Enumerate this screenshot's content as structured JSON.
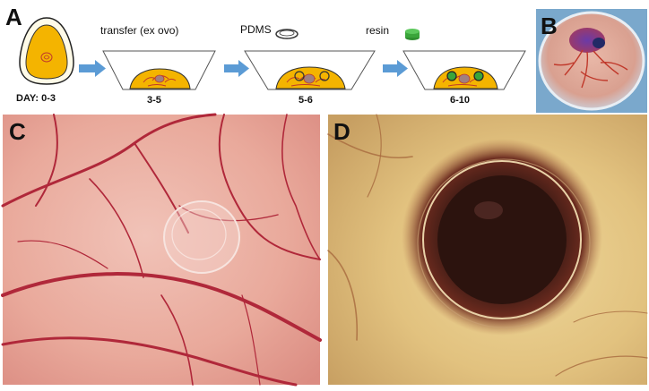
{
  "figure": {
    "panel_a": {
      "letter": "A",
      "steps": [
        {
          "label": "transfer (ex ovo)"
        },
        {
          "label": "PDMS"
        },
        {
          "label": "resin"
        }
      ],
      "days": [
        "DAY: 0-3",
        "3-5",
        "5-6",
        "6-10"
      ]
    },
    "panel_b": {
      "letter": "B"
    },
    "panel_c": {
      "letter": "C"
    },
    "panel_d": {
      "letter": "D"
    }
  },
  "colors": {
    "yolk": "#f4b400",
    "vessel": "#c0392b",
    "arrow": "#5b9bd5",
    "resin": "#3aa53a",
    "membrane_c": "#e8a79c",
    "membrane_d": "#d8b878"
  }
}
